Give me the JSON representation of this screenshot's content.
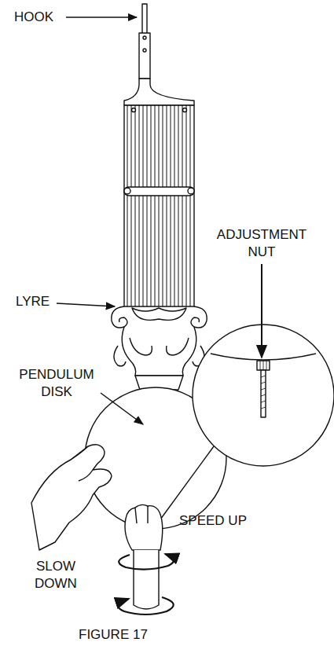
{
  "diagram": {
    "caption": "FIGURE 17",
    "labels": [
      "HOOK",
      "ADJUSTMENT NUT",
      "LYRE",
      "PENDULUM DISK",
      "SPEED UP",
      "SLOW DOWN"
    ]
  }
}
